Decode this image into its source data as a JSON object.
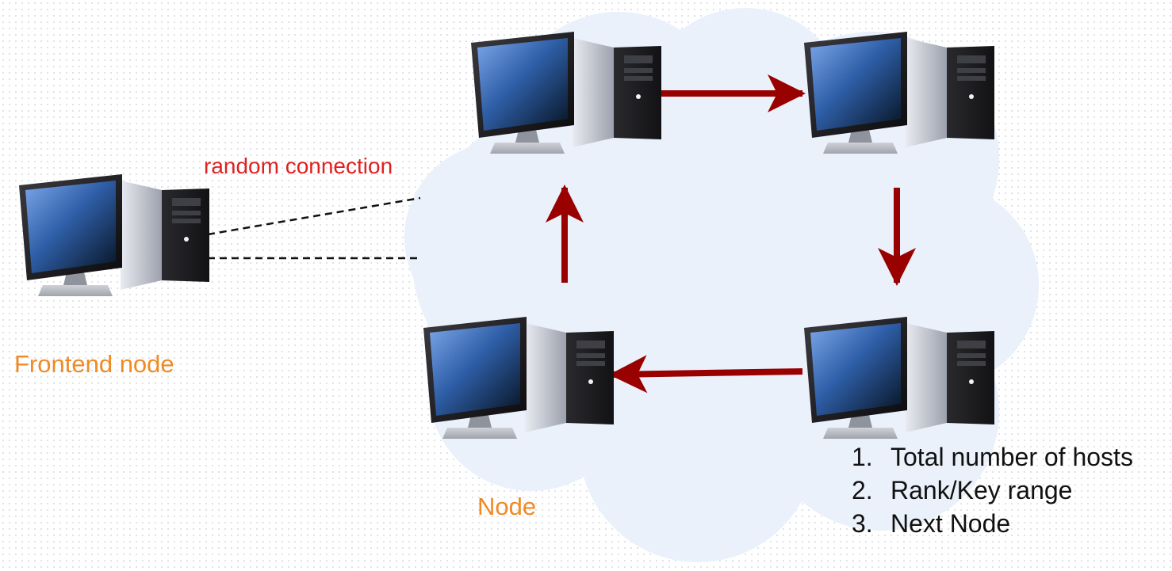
{
  "colors": {
    "cloud_fill": "#eaf1fb",
    "arrow": "#990000",
    "dashed_line": "#111111",
    "node_label": "#f08a24",
    "connection_label": "#e02020",
    "list_text": "#111111"
  },
  "icons": {
    "computer": "desktop-computer-icon"
  },
  "labels": {
    "frontend": "Frontend node",
    "node": "Node",
    "random_connection": "random connection"
  },
  "info_list": [
    {
      "number": "1.",
      "text": "Total number of hosts"
    },
    {
      "number": "2.",
      "text": "Rank/Key range"
    },
    {
      "number": "3.",
      "text": "Next Node"
    }
  ]
}
